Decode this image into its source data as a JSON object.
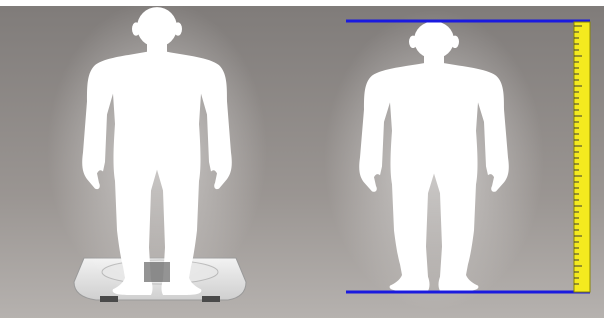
{
  "scene": {
    "panel": "illustration",
    "figures": [
      {
        "role": "weight-measurement",
        "icon": "body-silhouette-icon",
        "device": "scale-icon"
      },
      {
        "role": "height-measurement",
        "icon": "body-silhouette-icon",
        "device": "measuring-ruler-icon"
      }
    ]
  },
  "colors": {
    "background_top": "#7f7b79",
    "background_bottom": "#b7b3b0",
    "silhouette": "#ffffff",
    "marker_lines": "#1a1adf",
    "ruler_fill": "#f4ea1f",
    "ruler_ticks": "#3a3a3a"
  }
}
